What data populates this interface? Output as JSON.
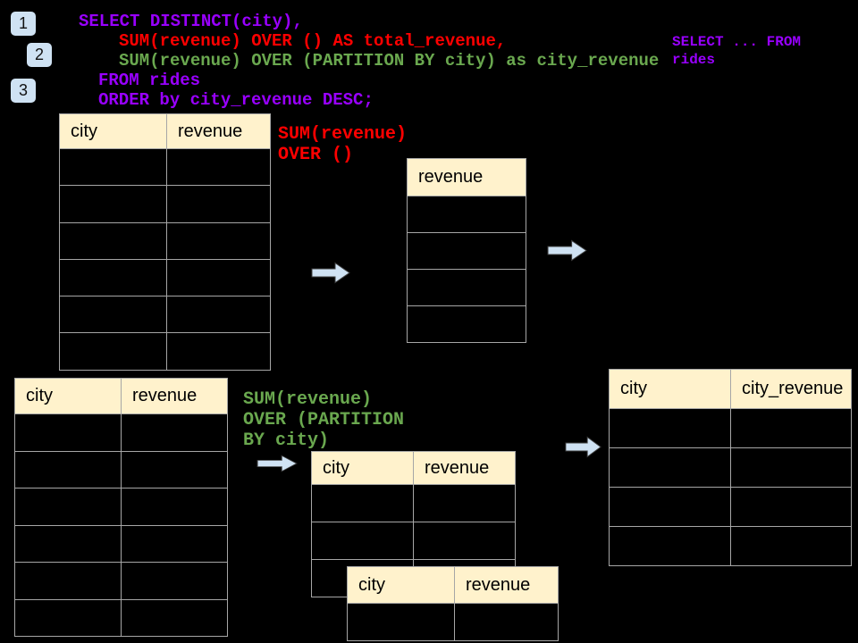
{
  "colors": {
    "page-bg": "#000000",
    "purple": "#9900ff",
    "red": "#ff0000",
    "green": "#6aa84f",
    "cream": "#fff2cc",
    "grid": "#a6a6a6",
    "arrow": "#cfe2f3",
    "badge-bg": "#cfe2f3"
  },
  "badges": [
    {
      "label": "1"
    },
    {
      "label": "2"
    },
    {
      "label": "3"
    }
  ],
  "code": {
    "lines": [
      {
        "text": "SELECT DISTINCT(city),"
      },
      {
        "text": "SUM(revenue) OVER () AS total_revenue,"
      },
      {
        "text": "SUM(revenue) OVER (PARTITION BY city) as city_revenue"
      },
      {
        "text": "FROM rides"
      },
      {
        "text": "ORDER by city_revenue DESC;"
      }
    ]
  },
  "side_note": {
    "lines": [
      {
        "text": "SELECT ... FROM"
      },
      {
        "text": "rides"
      }
    ]
  },
  "annotations": {
    "total": {
      "lines": [
        {
          "text": "SUM(revenue)"
        },
        {
          "text": "OVER ()"
        }
      ]
    },
    "partition": {
      "lines": [
        {
          "text": "SUM(revenue)"
        },
        {
          "text": "OVER (PARTITION"
        },
        {
          "text": "BY city)"
        }
      ]
    }
  },
  "tables": {
    "source_top": {
      "columns": [
        "city",
        "revenue"
      ],
      "empty_rows": 6
    },
    "total_revenue": {
      "columns": [
        "revenue"
      ],
      "empty_rows": 4
    },
    "source_bottom": {
      "columns": [
        "city",
        "revenue"
      ],
      "empty_rows": 6
    },
    "partition_mid": {
      "columns": [
        "city",
        "revenue"
      ],
      "empty_rows": 3
    },
    "partition_overlay": {
      "columns": [
        "city",
        "revenue"
      ],
      "empty_rows": 1
    },
    "result": {
      "columns": [
        "city",
        "city_revenue"
      ],
      "empty_rows": 4
    }
  },
  "icons": {
    "flow_arrow": "arrow-right-icon"
  }
}
